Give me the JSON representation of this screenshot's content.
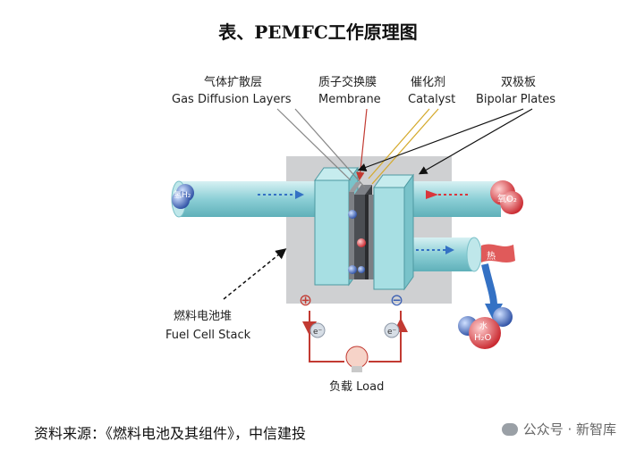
{
  "title": "表、PEMFC工作原理图",
  "labels": {
    "gdl_cn": "气体扩散层",
    "gdl_en": "Gas Diffusion Layers",
    "membrane_cn": "质子交换膜",
    "membrane_en": "Membrane",
    "catalyst_cn": "催化剂",
    "catalyst_en": "Catalyst",
    "bipolar_cn": "双极板",
    "bipolar_en": "Bipolar Plates",
    "stack_cn": "燃料电池堆",
    "stack_en": "Fuel Cell Stack",
    "load": "负载  Load",
    "heat": "热",
    "hydrogen": "氢H₂",
    "oxygen": "氧O₂",
    "water_cn": "水",
    "water_formula": "H₂O",
    "electron": "e⁻",
    "plus": "⊕",
    "minus": "⊖"
  },
  "source": "资料来源：《燃料电池及其组件》，中信建投",
  "watermark": "公众号 · 新智库",
  "colors": {
    "background_panel": "#cfd0d2",
    "pipe": "#a9dde3",
    "plate": "#8fd2d6",
    "membrane": "#5b5e63",
    "hydrogen": "#3b5fb2",
    "oxygen": "#d9363c",
    "wire": "#c23a32",
    "arrow": "#3471c4"
  }
}
